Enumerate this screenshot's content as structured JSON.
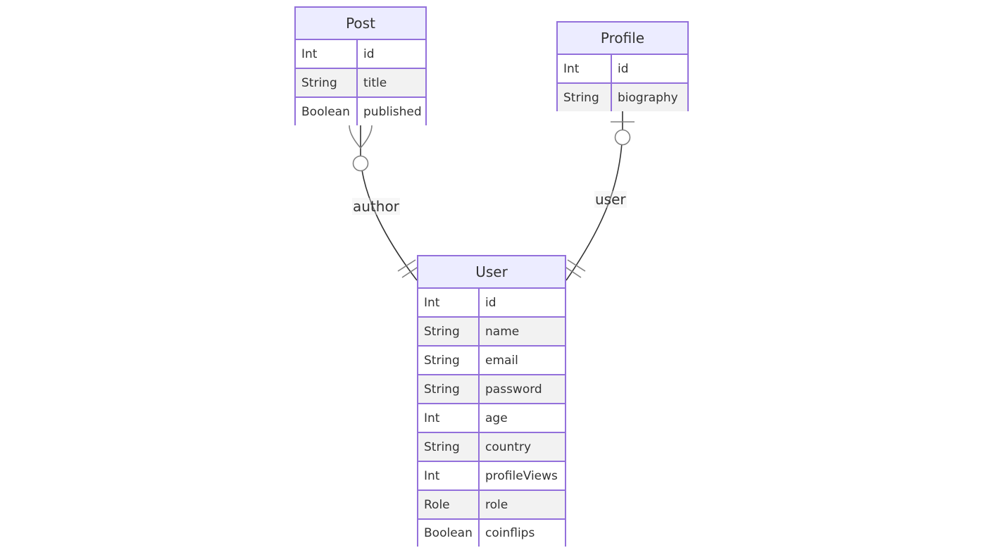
{
  "entities": {
    "post": {
      "name": "Post",
      "attributes": [
        {
          "type": "Int",
          "name": "id"
        },
        {
          "type": "String",
          "name": "title"
        },
        {
          "type": "Boolean",
          "name": "published"
        }
      ]
    },
    "profile": {
      "name": "Profile",
      "attributes": [
        {
          "type": "Int",
          "name": "id"
        },
        {
          "type": "String",
          "name": "biography"
        }
      ]
    },
    "user": {
      "name": "User",
      "attributes": [
        {
          "type": "Int",
          "name": "id"
        },
        {
          "type": "String",
          "name": "name"
        },
        {
          "type": "String",
          "name": "email"
        },
        {
          "type": "String",
          "name": "password"
        },
        {
          "type": "Int",
          "name": "age"
        },
        {
          "type": "String",
          "name": "country"
        },
        {
          "type": "Int",
          "name": "profileViews"
        },
        {
          "type": "Role",
          "name": "role"
        },
        {
          "type": "Boolean",
          "name": "coinflips"
        }
      ]
    }
  },
  "relationships": [
    {
      "from": "Post",
      "to": "User",
      "label": "author",
      "from_cardinality": "zero-or-more",
      "to_cardinality": "exactly-one"
    },
    {
      "from": "Profile",
      "to": "User",
      "label": "user",
      "from_cardinality": "zero-or-one",
      "to_cardinality": "exactly-one"
    }
  ],
  "colors": {
    "border": "#9370db",
    "header_fill": "#ececff",
    "row_alt_fill": "#f2f2f2",
    "edge": "#333333",
    "marker": "#808080"
  }
}
